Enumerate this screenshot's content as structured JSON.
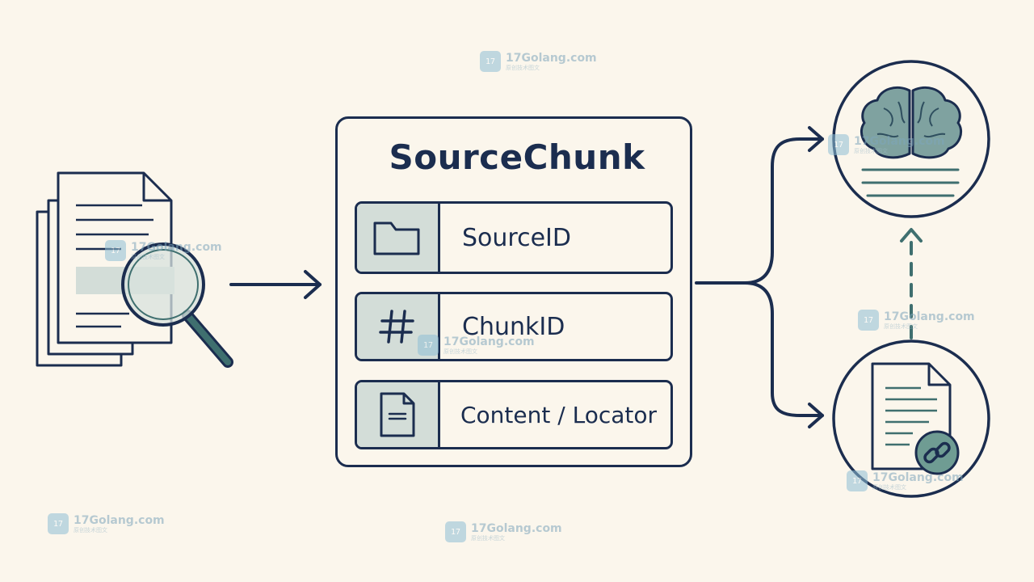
{
  "title": "SourceChunk",
  "fields": [
    {
      "label": "SourceID",
      "icon": "folder-icon"
    },
    {
      "label": "ChunkID",
      "icon": "hash-icon"
    },
    {
      "label": "Content / Locator",
      "icon": "document-icon"
    }
  ],
  "watermark": {
    "name": "17Golang.com",
    "sub": "原创技术图文"
  },
  "colors": {
    "ink": "#1b2d4f",
    "accent": "#3f6f6f",
    "fill": "#d3ddd8",
    "background": "#fbf6ec"
  },
  "icons": [
    "document-stack-icon",
    "magnifier-icon",
    "brain-icon",
    "linked-document-icon",
    "link-icon"
  ]
}
